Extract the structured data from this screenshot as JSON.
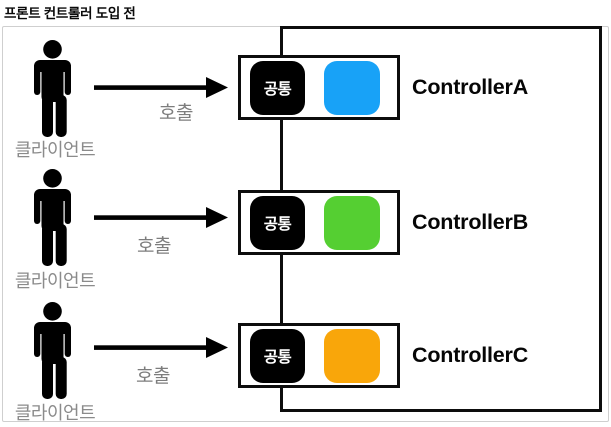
{
  "title": "프론트 컨트롤러 도입 전",
  "icons": {
    "client": "person-icon",
    "call": "arrow-right-icon"
  },
  "colors": {
    "boundary_border": "#0d0d0d",
    "common_chip_bg": "#000000",
    "client_label_gray": "#8b8b8b",
    "call_label_gray": "#7d7d7d"
  },
  "rows": [
    {
      "client_label": "클라이언트",
      "call_label": "호출",
      "common_label": "공통",
      "controller_label": "ControllerA",
      "controller_color": "#18A2F7"
    },
    {
      "client_label": "클라이언트",
      "call_label": "호출",
      "common_label": "공통",
      "controller_label": "ControllerB",
      "controller_color": "#55CF32"
    },
    {
      "client_label": "클라이언트",
      "call_label": "호출",
      "common_label": "공통",
      "controller_label": "ControllerC",
      "controller_color": "#F9A60A"
    }
  ]
}
